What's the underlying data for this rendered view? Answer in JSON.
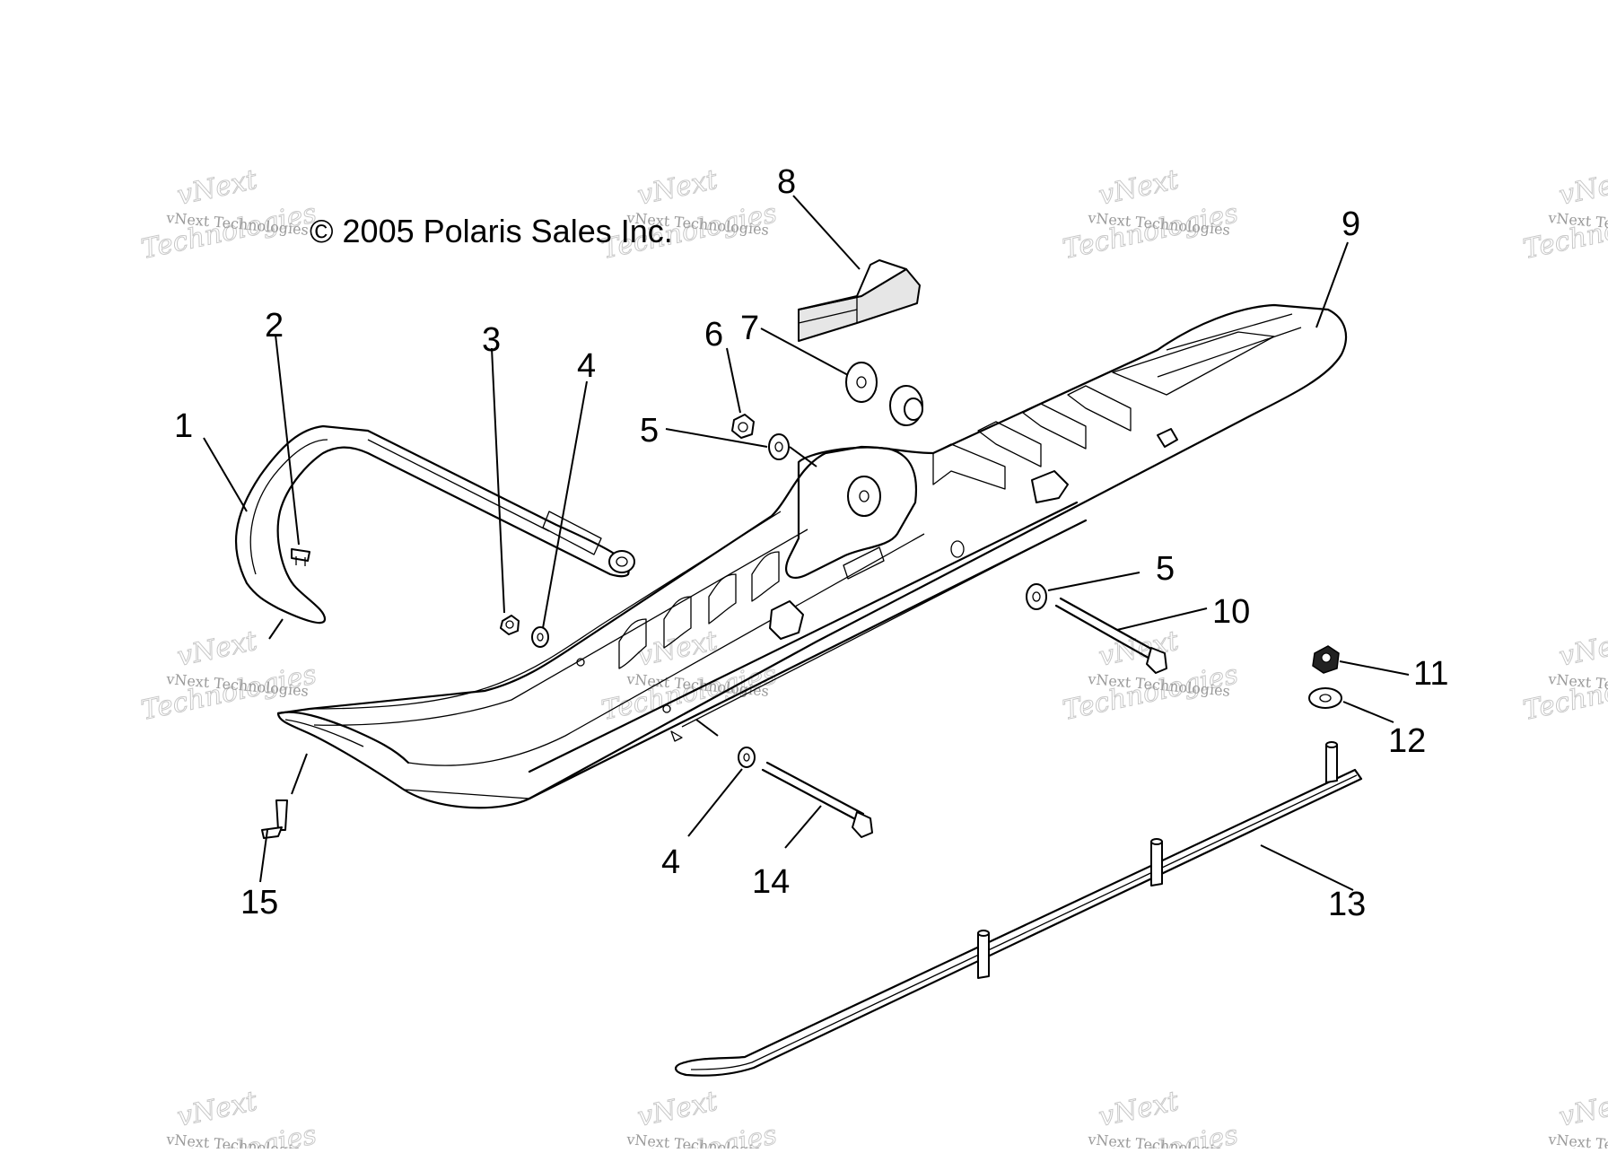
{
  "diagram": {
    "copyright": "© 2005 Polaris Sales Inc.",
    "watermark": {
      "line1": "vNext Technologies",
      "line2": "vNext",
      "line3": "Technologies"
    },
    "callouts": [
      {
        "id": "c1",
        "label": "1"
      },
      {
        "id": "c2",
        "label": "2"
      },
      {
        "id": "c3",
        "label": "3"
      },
      {
        "id": "c4a",
        "label": "4"
      },
      {
        "id": "c4b",
        "label": "4"
      },
      {
        "id": "c5a",
        "label": "5"
      },
      {
        "id": "c5b",
        "label": "5"
      },
      {
        "id": "c6",
        "label": "6"
      },
      {
        "id": "c7",
        "label": "7"
      },
      {
        "id": "c8",
        "label": "8"
      },
      {
        "id": "c9",
        "label": "9"
      },
      {
        "id": "c10",
        "label": "10"
      },
      {
        "id": "c11",
        "label": "11"
      },
      {
        "id": "c12",
        "label": "12"
      },
      {
        "id": "c13",
        "label": "13"
      },
      {
        "id": "c14",
        "label": "14"
      },
      {
        "id": "c15",
        "label": "15"
      }
    ]
  }
}
